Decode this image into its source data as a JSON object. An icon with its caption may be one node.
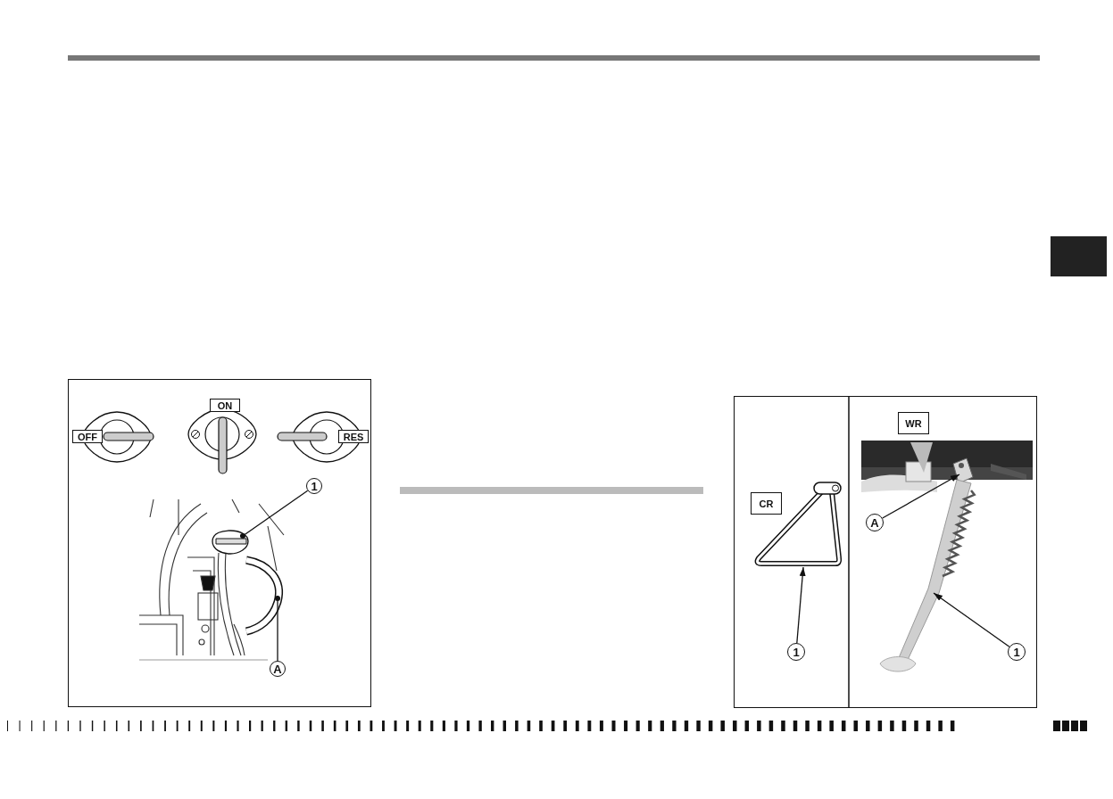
{
  "diagram": {
    "nodes": [
      {
        "text": [
          "OFF"
        ]
      },
      {
        "text": [
          "ON"
        ]
      },
      {
        "text": [
          "RES"
        ]
      },
      {
        "text": [
          "1"
        ]
      },
      {
        "text": [],
        "shape": "picture"
      },
      {
        "text": [
          "A"
        ]
      },
      {
        "text": [],
        "shape": "picture"
      },
      {
        "text": [
          "CR"
        ]
      },
      {
        "text": [
          "1"
        ]
      },
      {
        "text": [],
        "shape": "picture"
      },
      {
        "text": [
          "WR"
        ]
      },
      {
        "text": [
          "A"
        ]
      },
      {
        "text": [],
        "shape": "picture"
      },
      {
        "text": [
          "1"
        ]
      },
      {
        "text": [],
        "shape": "picture"
      }
    ],
    "edges": [
      {
        "from": 3,
        "to": 4,
        "arrow": "other"
      },
      {
        "from": 5,
        "to": 6,
        "arrow": "other"
      },
      {
        "from": 8,
        "to": 9,
        "arrow": "to"
      },
      {
        "from": 11,
        "to": 12,
        "arrow": "to"
      },
      {
        "from": 13,
        "to": 14,
        "arrow": "to"
      }
    ]
  }
}
